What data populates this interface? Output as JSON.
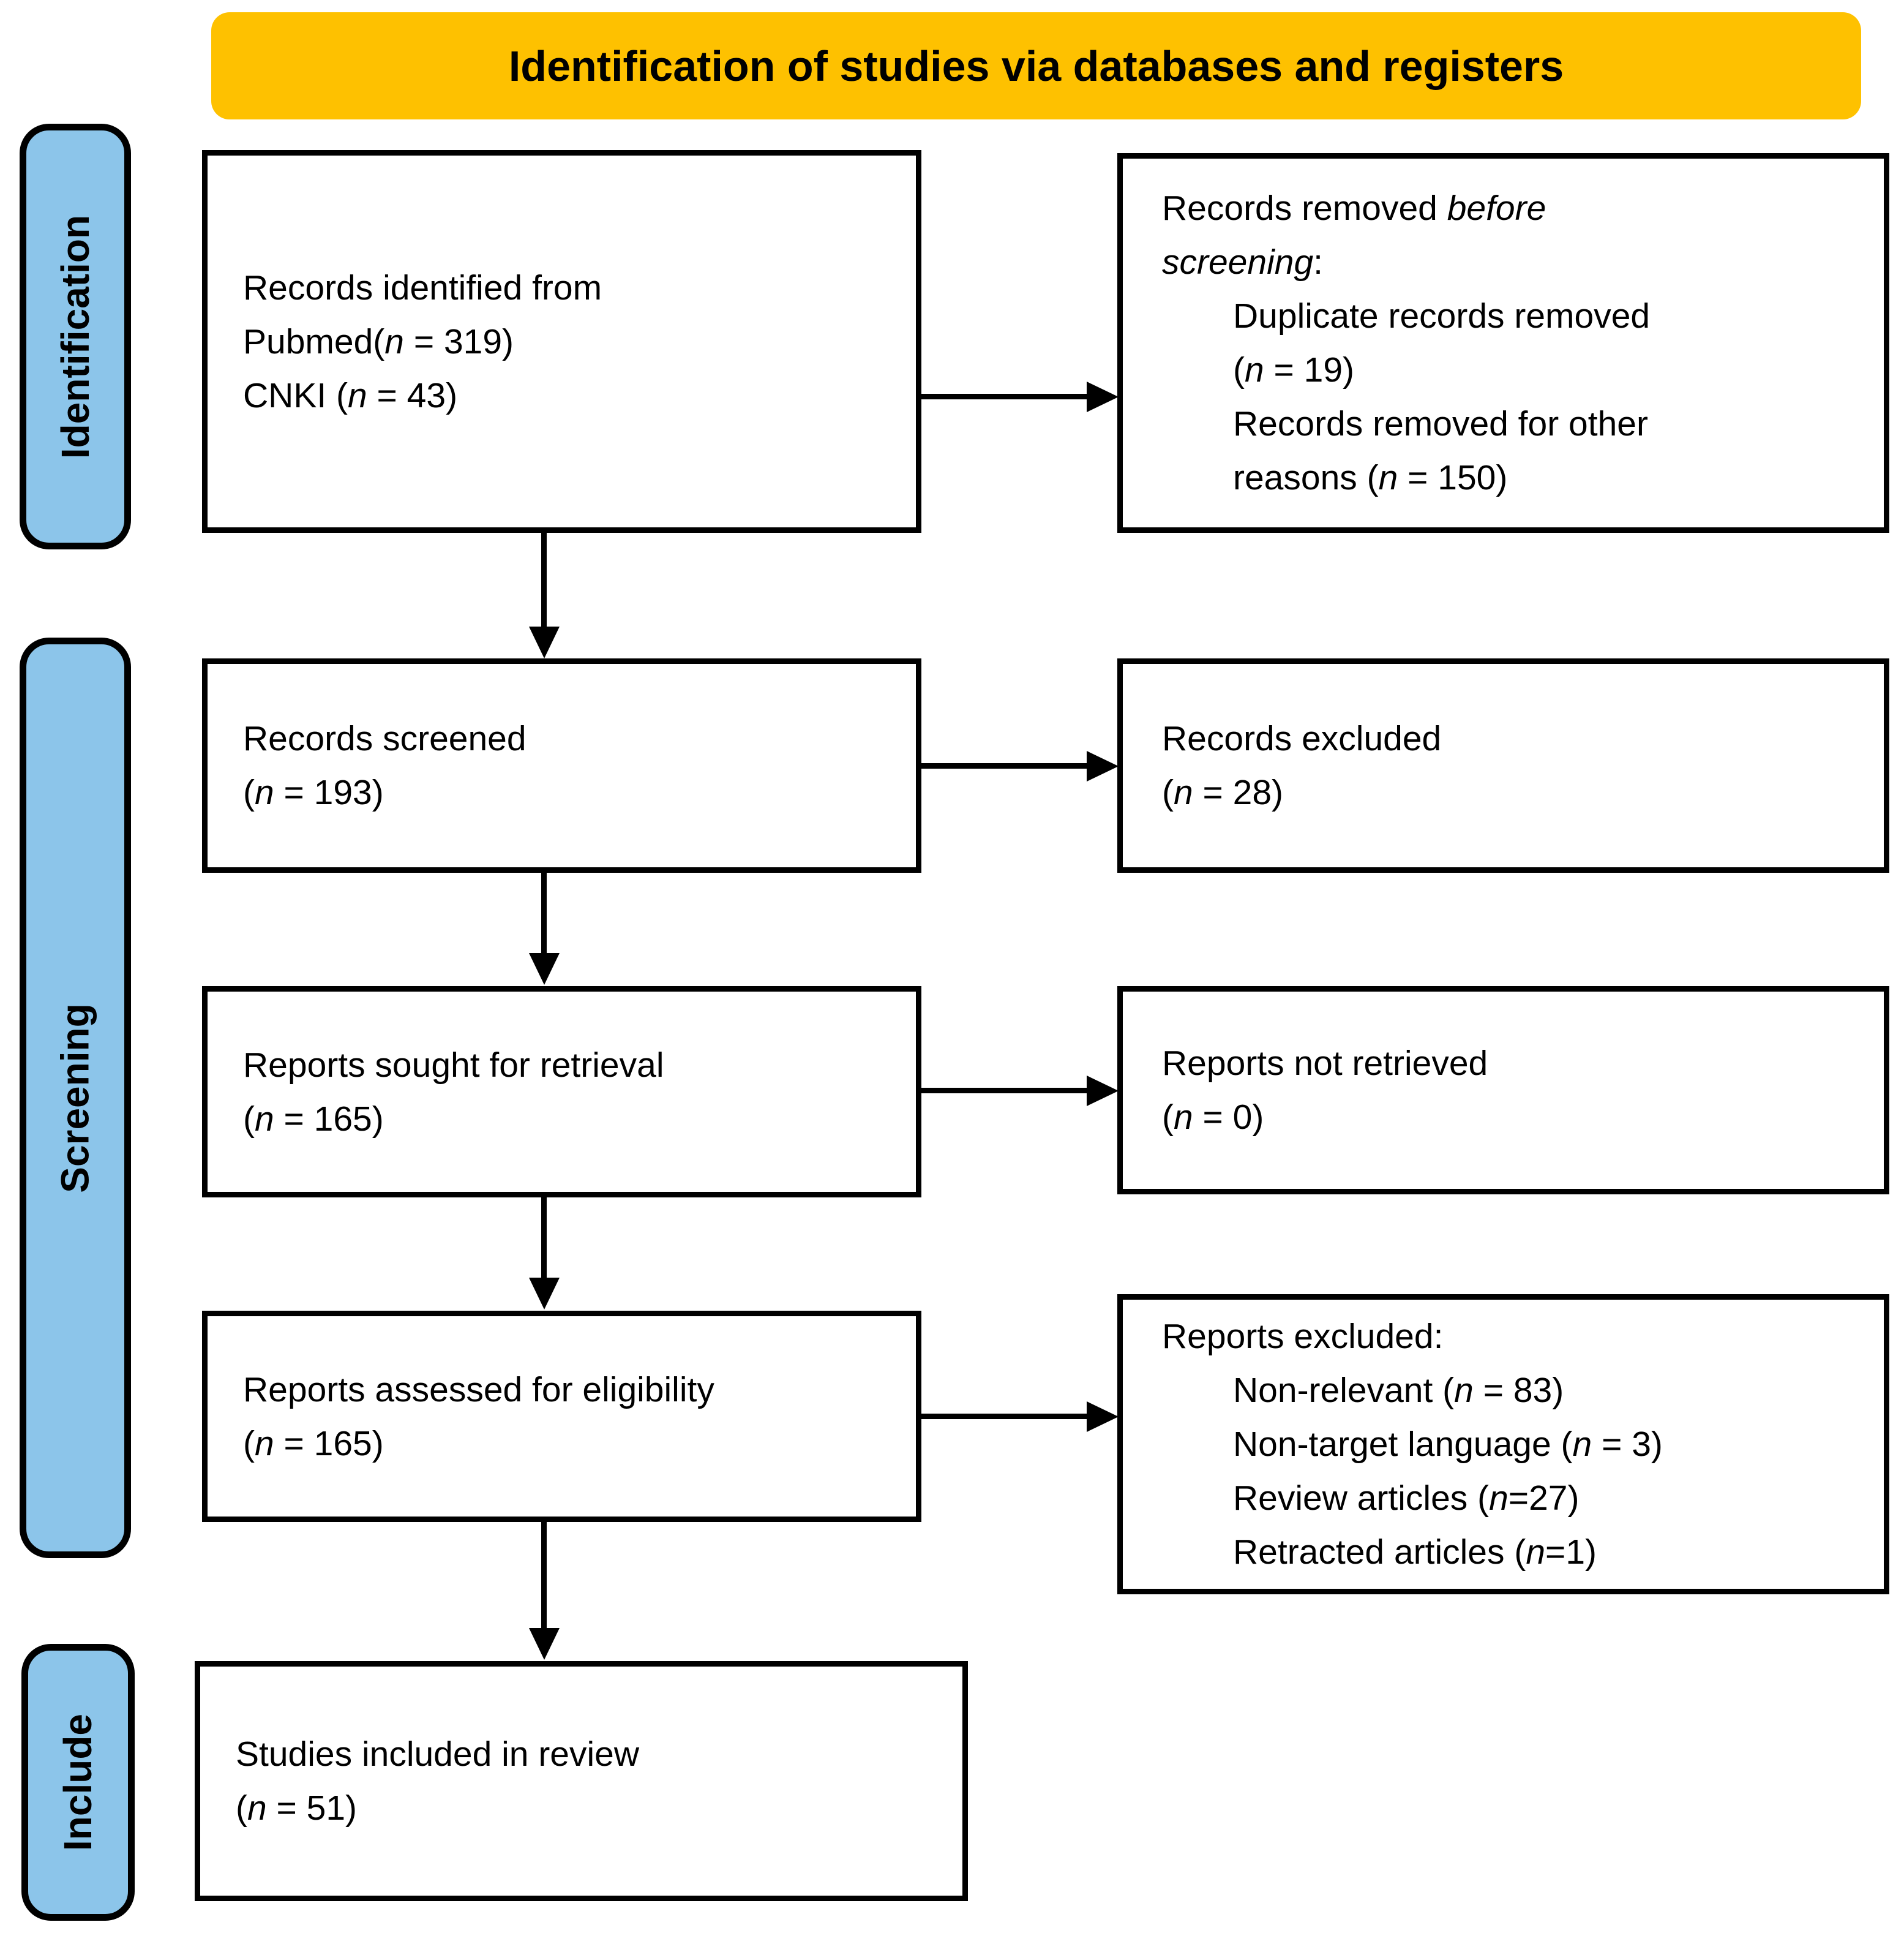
{
  "banner": {
    "title": "Identification of studies via databases and registers"
  },
  "stages": [
    {
      "label": "Identification"
    },
    {
      "label": "Screening"
    },
    {
      "label": "Include"
    }
  ],
  "boxes": {
    "identified": {
      "lines": [
        "Records identified from",
        "Pubmed(*n* = 319)",
        "CNKI (*n* = 43)"
      ]
    },
    "removed_before_screening": {
      "lines": [
        "Records removed *before*",
        "*screening*:",
        "Duplicate records removed",
        "(*n* = 19)",
        "Records removed for other",
        "reasons (*n* = 150)"
      ]
    },
    "screened": {
      "lines": [
        "Records screened",
        "(*n* = 193)"
      ]
    },
    "records_excluded": {
      "lines": [
        "Records excluded",
        "(*n* = 28)"
      ]
    },
    "sought": {
      "lines": [
        "Reports sought for retrieval",
        "(*n* = 165)"
      ]
    },
    "not_retrieved": {
      "lines": [
        "Reports not retrieved",
        "(*n* = 0)"
      ]
    },
    "assessed": {
      "lines": [
        "Reports assessed for eligibility",
        "(*n* = 165)"
      ]
    },
    "reports_excluded": {
      "lines": [
        "Reports excluded:",
        "Non-relevant (*n* = 83)",
        "Non-target language (*n* = 3)",
        "Review articles (*n*=27)",
        "Retracted articles (*n*=1)"
      ]
    },
    "included": {
      "lines": [
        "Studies included in review",
        "(*n* = 51)"
      ]
    }
  },
  "colors": {
    "banner_bg": "#FEC100",
    "stage_bg": "#8CC5EA",
    "line": "#000000"
  }
}
